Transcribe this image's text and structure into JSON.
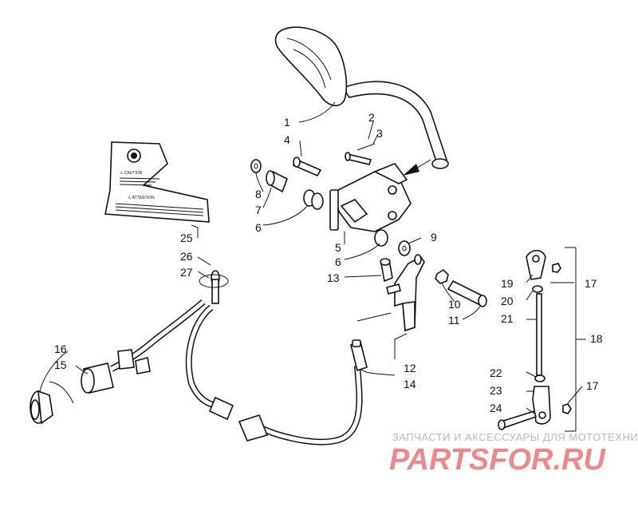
{
  "callouts": [
    "1",
    "2",
    "3",
    "4",
    "5",
    "6",
    "6",
    "7",
    "8",
    "9",
    "10",
    "11",
    "12",
    "13",
    "14",
    "15",
    "16",
    "17",
    "17",
    "18",
    "19",
    "20",
    "21",
    "22",
    "23",
    "24",
    "25",
    "26",
    "27"
  ],
  "decal": {
    "caution": "⚠ CAUTION",
    "attention": "⚠ ATTENTION"
  },
  "watermark": {
    "tagline": "ЗАПЧАСТИ И АКСЕССУАРЫ ДЛЯ МОТОТЕХНИКИ",
    "brand": "PARTSFOR.RU"
  },
  "colors": {
    "line": "#111111",
    "watermark_text": "#b9b9b9",
    "watermark_brand": "#e98a8a"
  }
}
